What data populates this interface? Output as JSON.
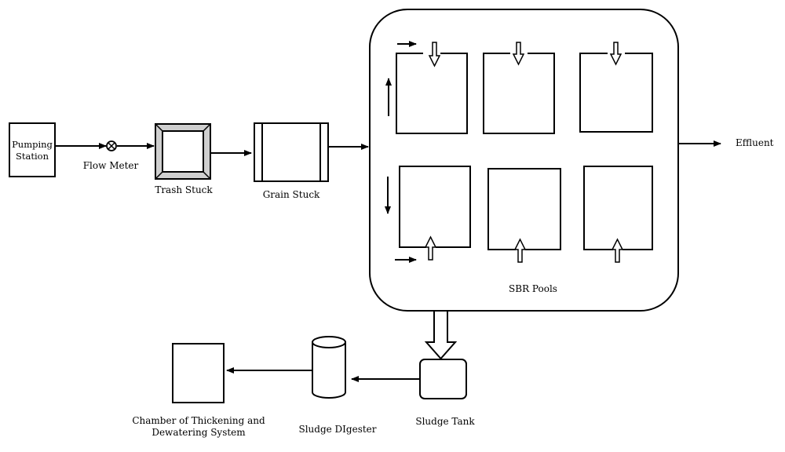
{
  "nodes": {
    "pumping_station": {
      "line1": "Pumping",
      "line2": "Station"
    },
    "flow_meter": {
      "label": "Flow Meter"
    },
    "trash_stuck": {
      "label": "Trash Stuck"
    },
    "grain_stuck": {
      "label": "Grain Stuck"
    },
    "sbr_pools": {
      "label": "SBR Pools"
    },
    "effluent": {
      "label": "Effluent"
    },
    "sludge_tank": {
      "label": "Sludge Tank"
    },
    "sludge_digester": {
      "label": "Sludge DIgester"
    },
    "chamber": {
      "line1": "Chamber of Thickening and",
      "line2": "Dewatering System"
    }
  },
  "colors": {
    "line": "#000000",
    "background": "#ffffff",
    "trash_bevel": "#cfcfcf"
  }
}
